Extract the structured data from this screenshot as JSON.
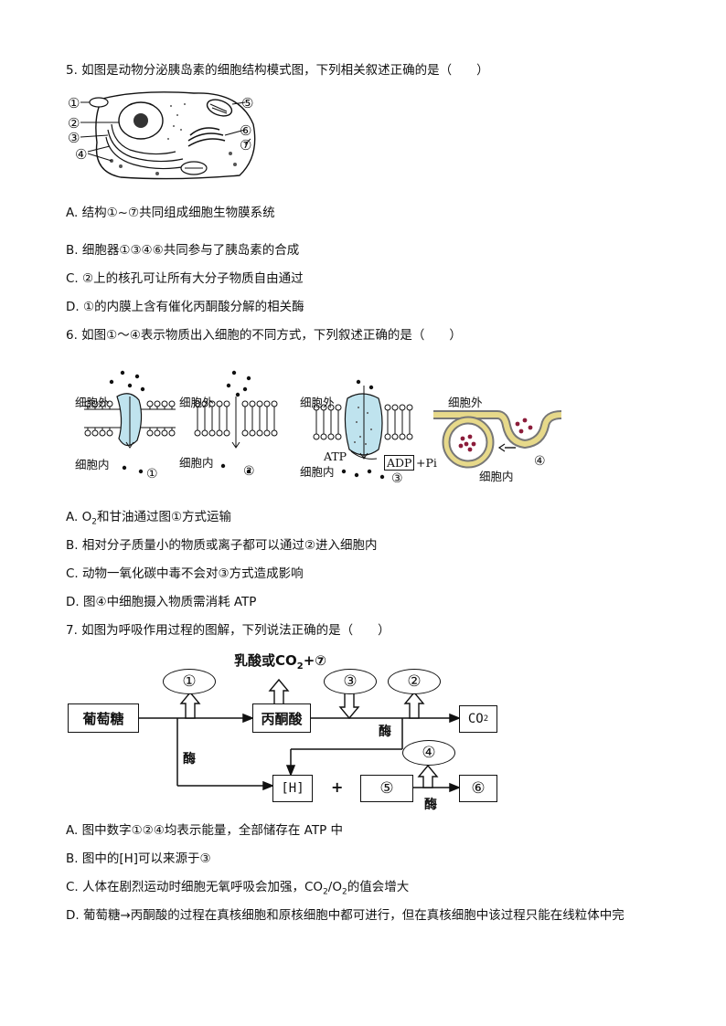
{
  "q5": {
    "stem": "5. 如图是动物分泌胰岛素的细胞结构模式图，下列相关叙述正确的是（　　）",
    "figure_labels": [
      "①",
      "②",
      "③",
      "④",
      "⑤",
      "⑥",
      "⑦"
    ],
    "options": [
      "A. 结构①~⑦共同组成细胞生物膜系统",
      "B. 细胞器①③④⑥共同参与了胰岛素的合成",
      "C. ②上的核孔可让所有大分子物质自由通过",
      "D. ①的内膜上含有催化丙酮酸分解的相关酶"
    ]
  },
  "q6": {
    "stem": "6. 如图①～④表示物质出入细胞的不同方式，下列叙述正确的是（　　）",
    "figure": {
      "outside": "细胞外",
      "inside": "细胞内",
      "atp": "ATP",
      "adp": "ADP",
      "pi": "+Pi",
      "numbers": [
        "①",
        "②",
        "③",
        "④"
      ]
    },
    "options": [
      "A. O",
      "B. 相对分子质量小的物质或离子都可以通过②进入细胞内",
      "C. 动物一氧化碳中毒不会对③方式造成影响",
      "D. 图④中细胞摄入物质需消耗 ATP"
    ],
    "option_a_sub": "2",
    "option_a_rest": "和甘油通过图①方式运输"
  },
  "q7": {
    "stem": "7. 如图为呼吸作用过程的图解，下列说法正确的是（　　）",
    "diagram": {
      "glucose": "葡萄糖",
      "pyruvate": "丙酮酸",
      "co2": "CO",
      "co2_sub": "2",
      "h": "[H]",
      "plus": "+",
      "top_label": "乳酸或CO",
      "top_label_sub": "2",
      "top_label_tail": "+⑦",
      "enzyme": "酶",
      "ovals": [
        "①",
        "③",
        "②",
        "④"
      ],
      "boxes": [
        "⑤",
        "⑥"
      ]
    },
    "options": [
      "A. 图中数字①②④均表示能量，全部储存在 ATP 中",
      "B. 图中的[H]可以来源于③",
      "C. 人体在剧烈运动时细胞无氧呼吸会加强，CO",
      "D. 葡萄糖→丙酮酸的过程在真核细胞和原核细胞中都可进行，但在真核细胞中该过程只能在线粒体中完"
    ],
    "option_c_sub1": "2",
    "option_c_mid": "/O",
    "option_c_sub2": "2",
    "option_c_rest": "的值会增大"
  }
}
